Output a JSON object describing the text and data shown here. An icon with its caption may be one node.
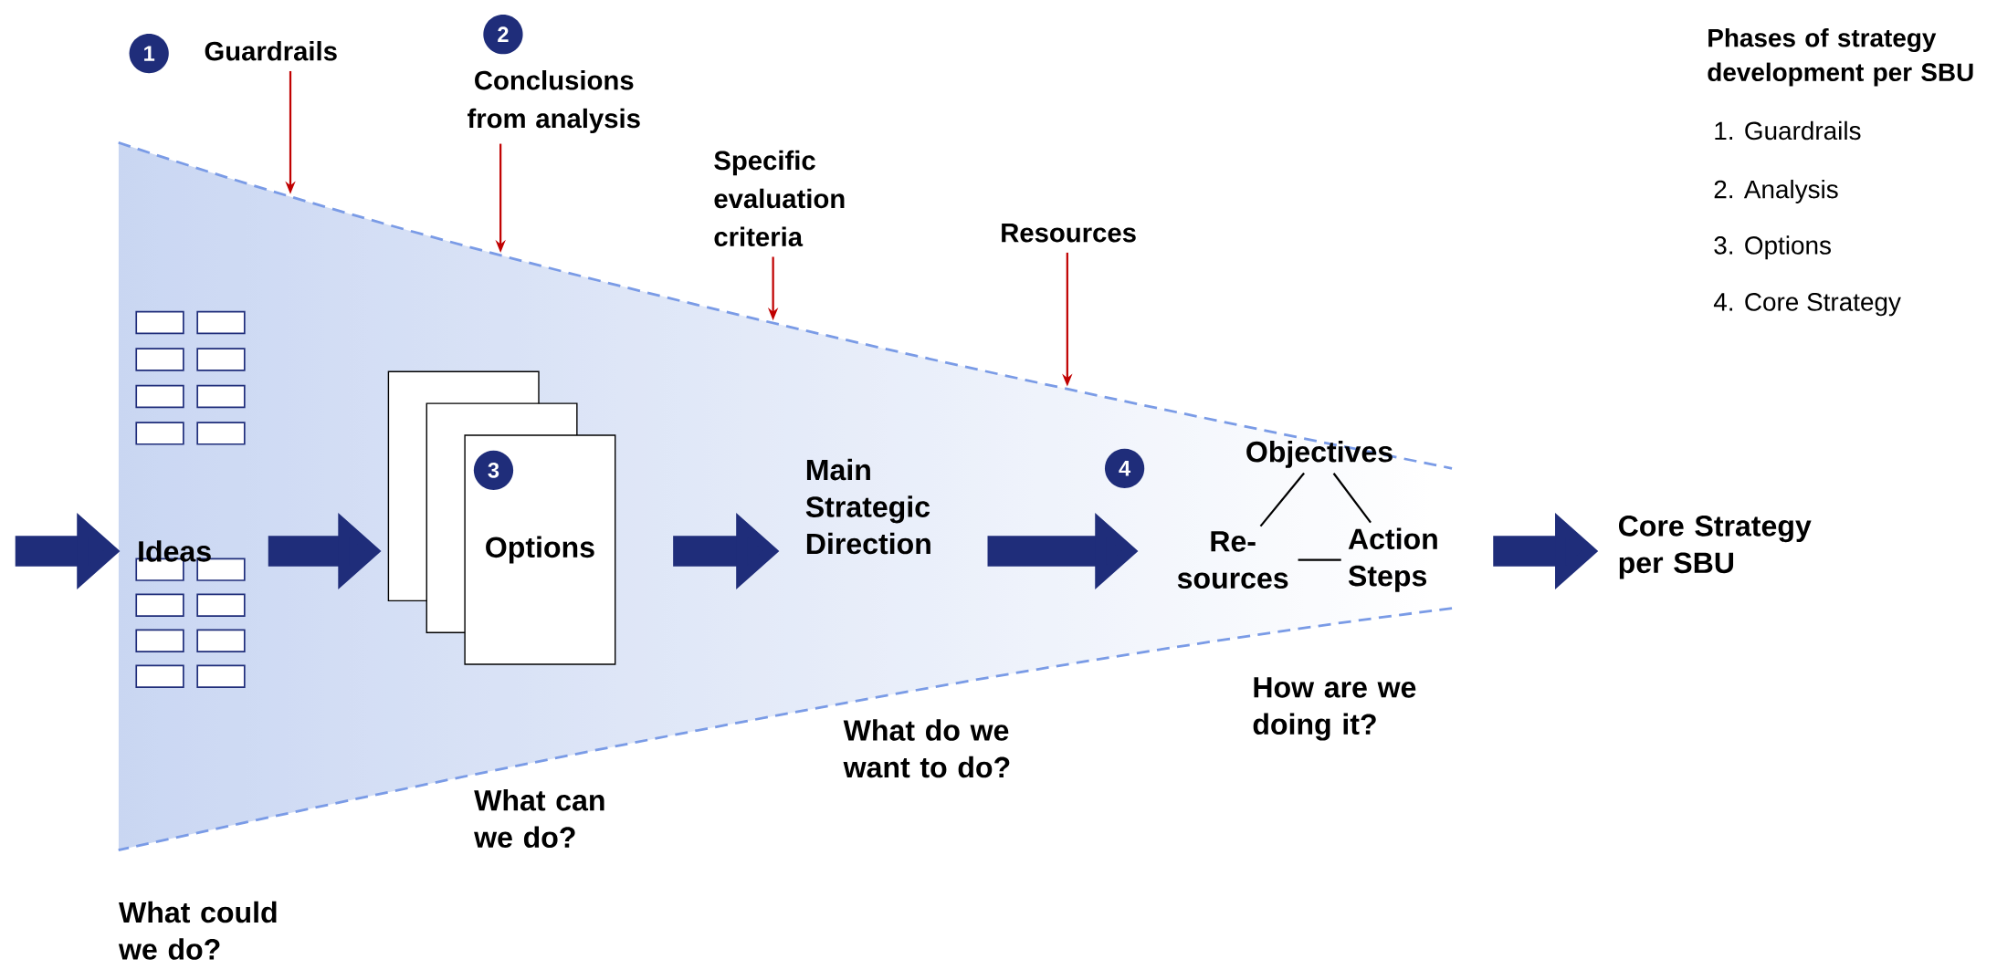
{
  "diagram": {
    "nodes": [
      {
        "text": [
          "1"
        ]
      },
      {
        "text": [
          "Guardrails"
        ]
      },
      {
        "text": [
          "2"
        ]
      },
      {
        "text": [
          "Conclusions from analysis"
        ]
      },
      {
        "text": [
          "Specific evaluation criteria"
        ]
      },
      {
        "text": [
          "Resources"
        ]
      },
      {
        "text": [
          "Ideas"
        ]
      },
      {
        "text": [
          "Options"
        ]
      },
      {
        "text": [
          "3"
        ],
        "in": 7
      },
      {
        "text": [
          "Main Strategic Direction"
        ]
      },
      {
        "text": [
          "4"
        ]
      },
      {
        "text": [
          "Objectives"
        ]
      },
      {
        "text": [
          "Re- sources"
        ]
      },
      {
        "text": [
          "Action Steps"
        ]
      },
      {
        "text": [
          "Core Strategy per SBU"
        ]
      }
    ],
    "edges": [
      {
        "from": null,
        "to": 6,
        "arrow": "to",
        "style": "thick",
        "color": "#1f2d7a"
      },
      {
        "from": 6,
        "to": 7,
        "arrow": "to",
        "style": "thick",
        "color": "#1f2d7a"
      },
      {
        "from": 7,
        "to": 9,
        "arrow": "to",
        "style": "thick",
        "color": "#1f2d7a"
      },
      {
        "from": 9,
        "to": 12,
        "arrow": "to",
        "style": "thick",
        "color": "#1f2d7a"
      },
      {
        "from": 13,
        "to": 14,
        "arrow": "to",
        "style": "thick",
        "color": "#1f2d7a"
      },
      {
        "from": 1,
        "to": null,
        "arrow": "to",
        "color": "#c00000"
      },
      {
        "from": 3,
        "to": null,
        "arrow": "to",
        "color": "#c00000"
      },
      {
        "from": 4,
        "to": null,
        "arrow": "to",
        "color": "#c00000"
      },
      {
        "from": 5,
        "to": null,
        "arrow": "to",
        "color": "#c00000"
      },
      {
        "from": 11,
        "to": 12,
        "arrow": "none",
        "color": "#000000"
      },
      {
        "from": 11,
        "to": 13,
        "arrow": "none",
        "color": "#000000"
      },
      {
        "from": 12,
        "to": 13,
        "arrow": "none",
        "color": "#000000"
      }
    ],
    "labels": [
      "Phases of strategy development per SBU",
      "1. Guardrails",
      "2. Analysis",
      "3. Options",
      "4. Core Strategy",
      "What could we do?",
      "What can we do?",
      "What do we want to do?",
      "How are we doing it?"
    ]
  }
}
